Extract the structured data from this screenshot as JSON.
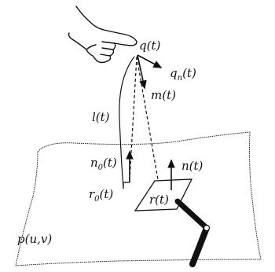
{
  "figure": {
    "labels": {
      "q": "q(t)",
      "qn": "q",
      "qn_sub": "n",
      "qn_tail": "(t)",
      "m": "m(t)",
      "l": "l(t)",
      "n0": "n",
      "n0_sub": "0",
      "n0_tail": "(t)",
      "n": "n(t)",
      "r0": "r",
      "r0_sub": "0",
      "r0_tail": "(t)",
      "r": "r(t)",
      "surface": "p(u,v)"
    },
    "icons": {
      "hand": "pointing-hand-icon"
    },
    "colors": {
      "ink": "#111111",
      "paper": "#ffffff"
    }
  }
}
